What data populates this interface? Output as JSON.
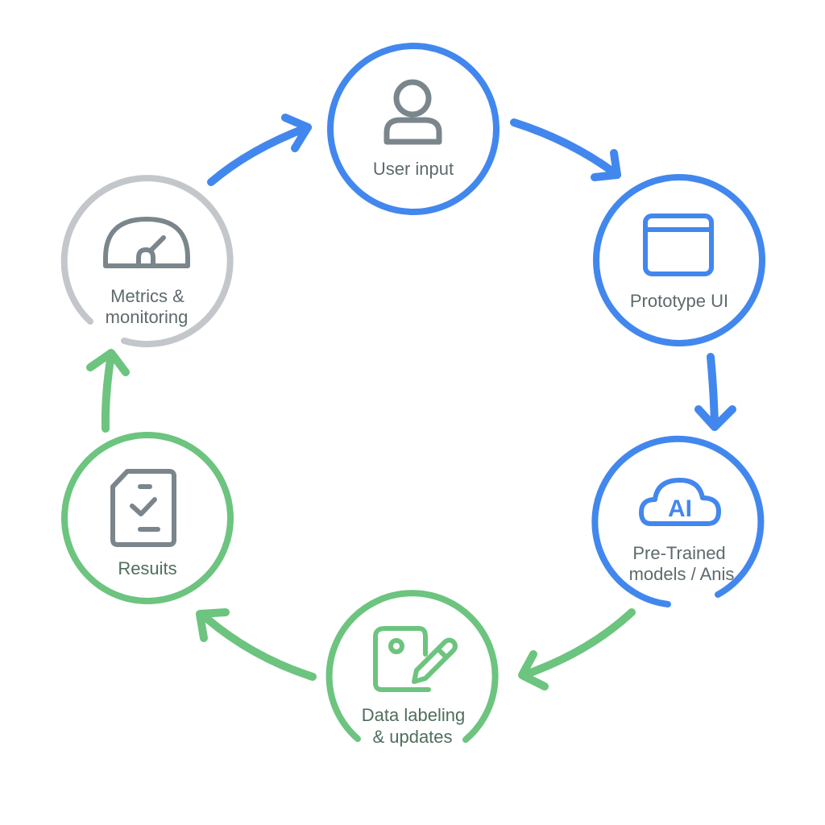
{
  "colors": {
    "blue": "#4287ee",
    "green": "#6cc47f",
    "gray_ring": "#c3c7cc",
    "icon_gray": "#7b868c",
    "text": "#5d6a6c",
    "text_green": "#4f6e5c"
  },
  "nodes": [
    {
      "id": "user-input",
      "lines": [
        "User input"
      ],
      "icon": "user-icon",
      "color": "blue"
    },
    {
      "id": "prototype-ui",
      "lines": [
        "Prototype UI"
      ],
      "icon": "browser-window-icon",
      "color": "blue"
    },
    {
      "id": "pre-trained-models",
      "lines": [
        "Pre-Trained",
        "models / Anis"
      ],
      "icon": "ai-cloud-icon",
      "icon_text": "AI",
      "color": "blue"
    },
    {
      "id": "data-labeling",
      "lines": [
        "Data labeling",
        "& updates"
      ],
      "icon": "document-edit-icon",
      "color": "green"
    },
    {
      "id": "results",
      "lines": [
        "Resuits"
      ],
      "icon": "document-check-icon",
      "color": "green"
    },
    {
      "id": "metrics-monitoring",
      "lines": [
        "Metrics &",
        "monitoring"
      ],
      "icon": "gauge-icon",
      "color": "gray"
    }
  ],
  "edges": [
    {
      "from": "metrics-monitoring",
      "to": "user-input",
      "color": "blue"
    },
    {
      "from": "user-input",
      "to": "prototype-ui",
      "color": "blue"
    },
    {
      "from": "prototype-ui",
      "to": "pre-trained-models",
      "color": "blue"
    },
    {
      "from": "pre-trained-models",
      "to": "data-labeling",
      "color": "green"
    },
    {
      "from": "data-labeling",
      "to": "results",
      "color": "green"
    },
    {
      "from": "results",
      "to": "metrics-monitoring",
      "color": "green"
    }
  ]
}
